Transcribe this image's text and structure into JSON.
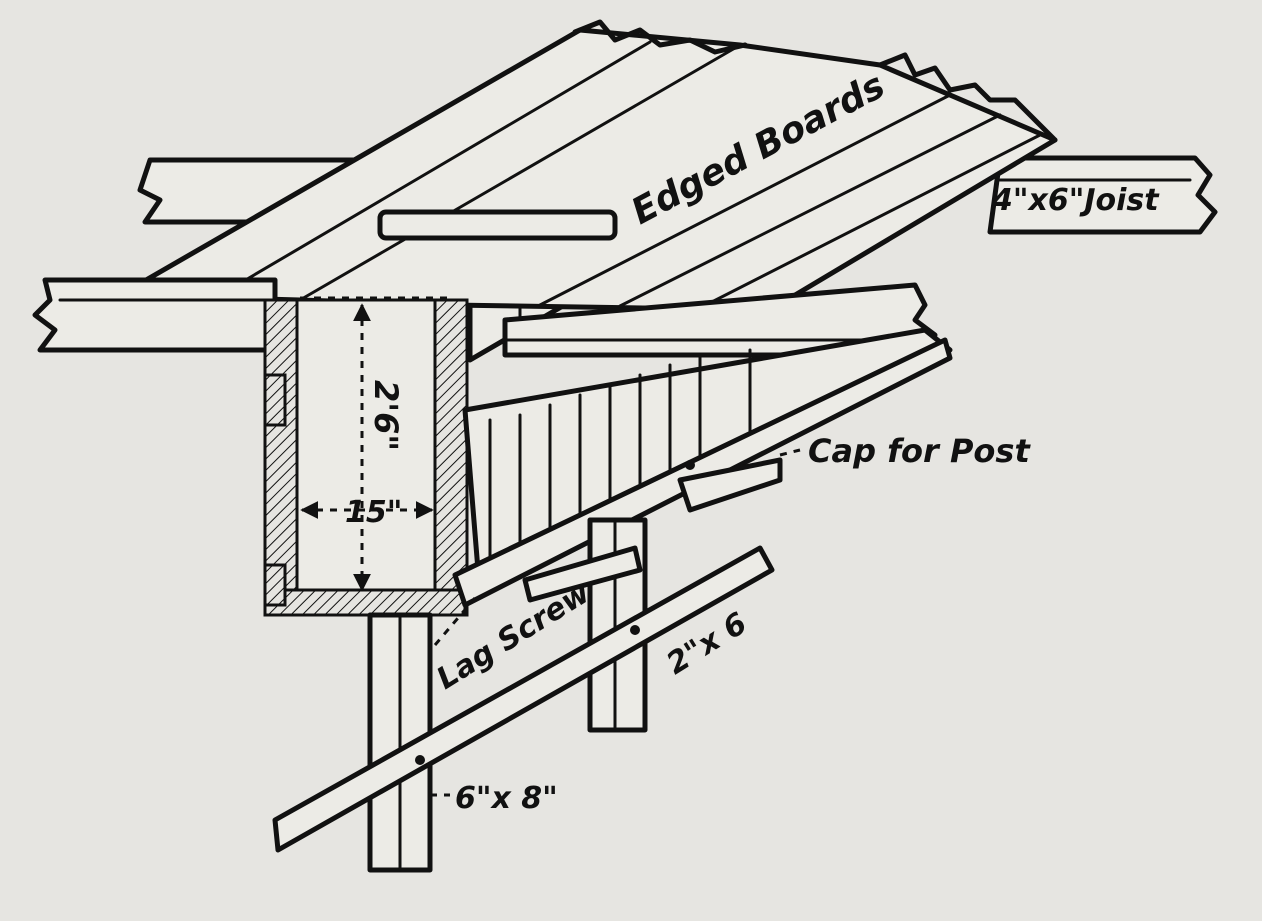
{
  "labels": {
    "edged_boards": "Edged Boards",
    "joist": "4\"x6\"Joist",
    "height_dim": "2'6\"",
    "width_dim": "15\"",
    "cap_for_post": "Cap for Post",
    "lag_screw": "Lag Screw",
    "brace": "2\"x 6",
    "post": "6\"x 8\""
  }
}
